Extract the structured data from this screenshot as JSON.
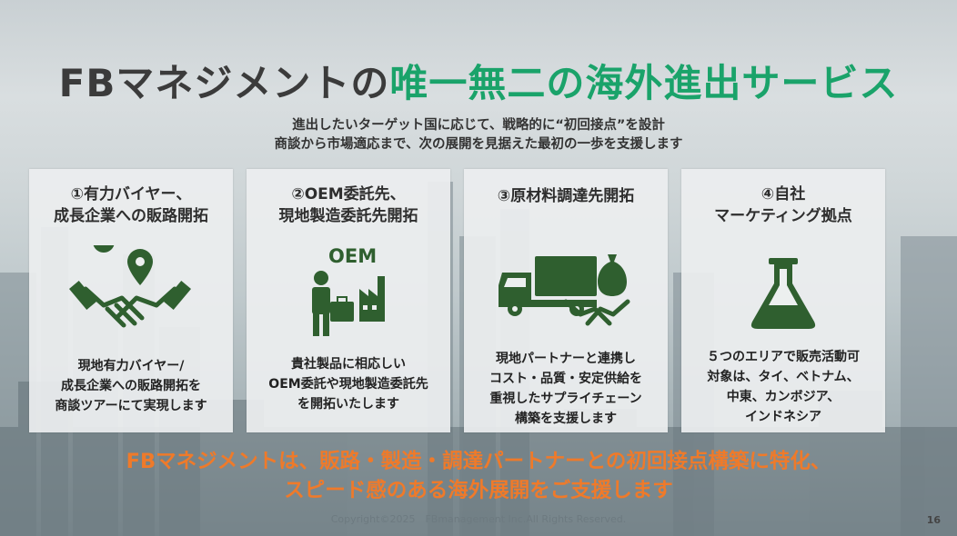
{
  "title": {
    "part1": "FBマネジメントの",
    "part2": "唯一無二の海外進出サービス"
  },
  "subtitle": {
    "line1": "進出したいターゲット国に応じて、戦略的に“初回接点”を設計",
    "line2": "商談から市場適応まで、次の展開を見据えた最初の一歩を支援します"
  },
  "cards": [
    {
      "title_lines": [
        "①有力バイヤー、",
        "成長企業への販路開拓"
      ],
      "icon": "handshake-location-icon",
      "desc_lines": [
        "現地有力バイヤー/",
        "成長企業への販路開拓を",
        "商談ツアーにて実現します"
      ]
    },
    {
      "title_lines": [
        "②OEM委託先、",
        "現地製造委託先開拓"
      ],
      "icon": "oem-factory-icon",
      "icon_label": "OEM",
      "desc_lines": [
        "貴社製品に相応しい",
        "OEM委託や現地製造委託先",
        "を開拓いたします"
      ]
    },
    {
      "title_lines": [
        "③原材料調達先開拓"
      ],
      "icon": "truck-handshake-icon",
      "desc_lines": [
        "現地パートナーと連携し",
        "コスト・品質・安定供給を",
        "重視したサプライチェーン",
        "構築を支援します"
      ]
    },
    {
      "title_lines": [
        "④自社",
        "マーケティング拠点"
      ],
      "icon": "flask-icon",
      "desc_lines": [
        "５つのエリアで販売活動可",
        "対象は、タイ、ベトナム、",
        "中東、カンボジア、",
        "インドネシア"
      ]
    }
  ],
  "footer": {
    "line1": "FBマネジメントは、販路・製造・調達パートナーとの初回接点構築に特化、",
    "line2": "スピード感のある海外展開をご支援します"
  },
  "copyright": "Copyright©2025　FBmanagement Inc.All Rights Reserved.",
  "page_number": "16",
  "colors": {
    "accent_green": "#1aa36a",
    "icon_green": "#2f5f2f",
    "accent_orange": "#ef7a2a"
  }
}
